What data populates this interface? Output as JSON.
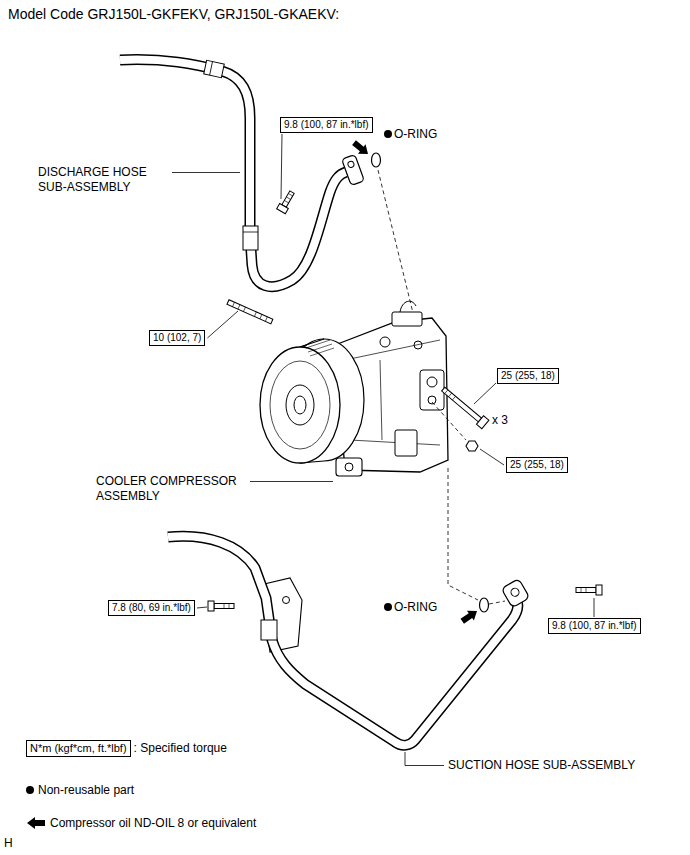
{
  "diagram": {
    "title": "Model Code GRJ150L-GKFEKV, GRJ150L-GKAEKV:",
    "nodes": [
      {
        "text": [
          "9.8 (100, 87 in.*lbf)"
        ]
      },
      {
        "text": [
          "10 (102, 7)"
        ]
      },
      {
        "text": [
          "25 (255, 18)"
        ]
      },
      {
        "text": [
          "25 (255, 18)"
        ]
      },
      {
        "text": [
          "7.8 (80, 69 in.*lbf)"
        ]
      },
      {
        "text": [
          "9.8 (100, 87 in.*lbf)"
        ]
      },
      {
        "text": [
          "N*m (kgf*cm, ft.*lbf)"
        ]
      }
    ],
    "labels": [
      "O-RING",
      "DISCHARGE HOSE SUB-ASSEMBLY",
      "x 3",
      "COOLER COMPRESSOR ASSEMBLY",
      "O-RING",
      "SUCTION HOSE SUB-ASSEMBLY",
      "H"
    ],
    "legend": [
      {
        "text": ": Specified torque"
      },
      {
        "text": "Non-reusable part"
      },
      {
        "text": "Compressor oil ND-OIL 8 or equivalent"
      }
    ]
  }
}
